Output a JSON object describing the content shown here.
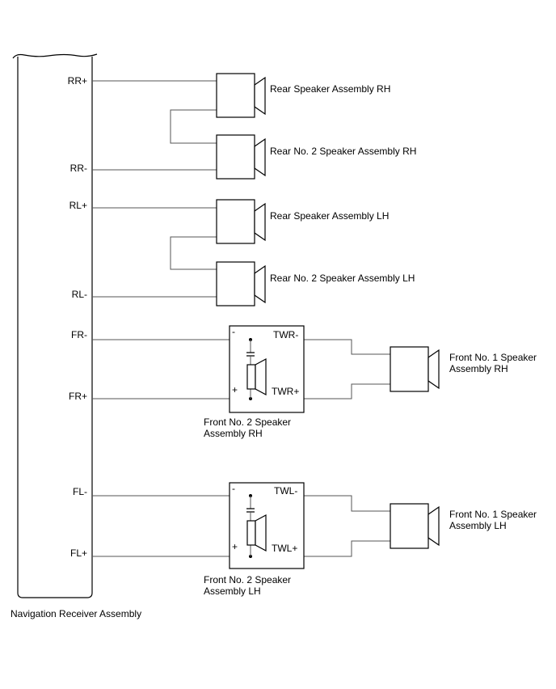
{
  "receiver": {
    "name": "Navigation Receiver Assembly",
    "terminals": {
      "rr_plus": "RR+",
      "rr_minus": "RR-",
      "rl_plus": "RL+",
      "rl_minus": "RL-",
      "fr_minus": "FR-",
      "fr_plus": "FR+",
      "fl_minus": "FL-",
      "fl_plus": "FL+"
    }
  },
  "speakers": {
    "rear_rh": "Rear Speaker Assembly RH",
    "rear_no2_rh": "Rear No. 2 Speaker Assembly RH",
    "rear_lh": "Rear Speaker Assembly LH",
    "rear_no2_lh": "Rear No. 2 Speaker Assembly LH",
    "front_no1_rh_line1": "Front No. 1 Speaker",
    "front_no1_rh_line2": "Assembly RH",
    "front_no1_lh_line1": "Front No. 1 Speaker",
    "front_no1_lh_line2": "Assembly LH"
  },
  "tweeters": {
    "rh": {
      "minus_sign": "-",
      "plus_sign": "+",
      "minus_label": "TWR-",
      "plus_label": "TWR+",
      "name_line1": "Front No. 2 Speaker",
      "name_line2": "Assembly RH"
    },
    "lh": {
      "minus_sign": "-",
      "plus_sign": "+",
      "minus_label": "TWL-",
      "plus_label": "TWL+",
      "name_line1": "Front No. 2 Speaker",
      "name_line2": "Assembly LH"
    }
  }
}
